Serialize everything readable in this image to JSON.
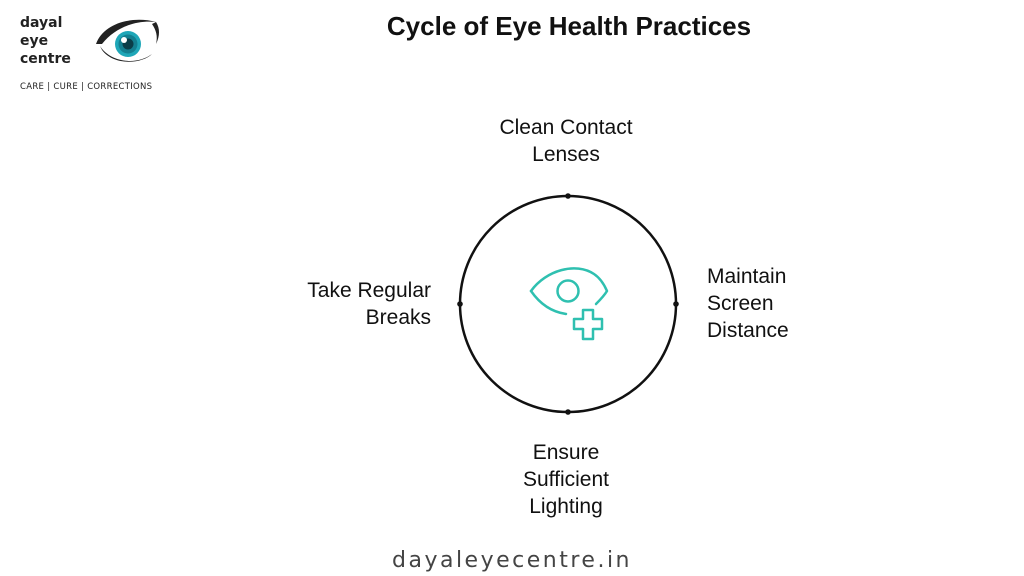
{
  "logo": {
    "name_lines": [
      "dayal",
      "eye",
      "centre"
    ],
    "tagline": "CARE | CURE | CORRECTIONS"
  },
  "title": "Cycle of Eye Health Practices",
  "cycle": {
    "center_icon": "eye-with-plus-icon",
    "steps": [
      {
        "position": "top",
        "lines": [
          "Clean Contact",
          "Lenses"
        ]
      },
      {
        "position": "right",
        "lines": [
          "Maintain",
          "Screen",
          "Distance"
        ]
      },
      {
        "position": "bottom",
        "lines": [
          "Ensure",
          "Sufficient",
          "Lighting"
        ]
      },
      {
        "position": "left",
        "lines": [
          "Take Regular",
          "Breaks"
        ]
      }
    ]
  },
  "footer": "dayaleyecentre.in",
  "colors": {
    "accent": "#2fc0b0",
    "logo_iris": "#1fa7b8",
    "ring": "#111111",
    "text": "#111111"
  }
}
